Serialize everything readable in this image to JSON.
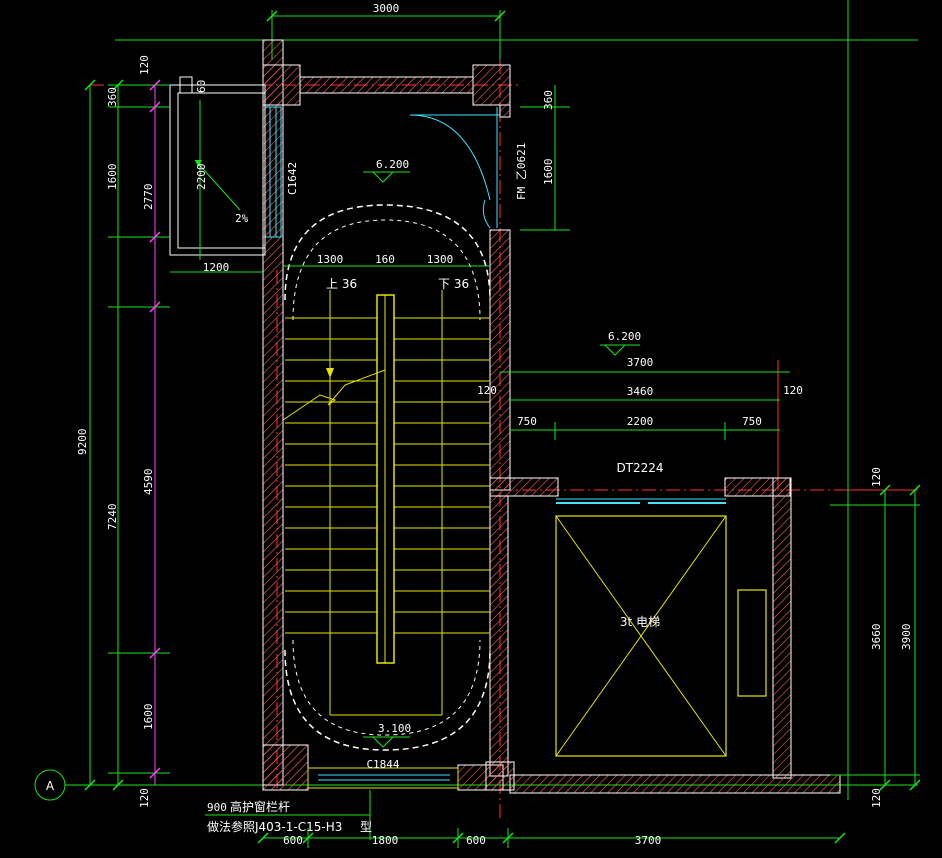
{
  "dims": {
    "top_width": "3000",
    "top_left_120": "120",
    "left_360": "360",
    "left_1600_top": "1600",
    "window_2200": "2200",
    "slope_2pct": "2%",
    "window_60": "60",
    "left_2770": "2770",
    "left_1200": "1200",
    "left_9200": "9200",
    "left_7240": "7240",
    "left_4590": "4590",
    "left_1600_bottom": "1600",
    "left_120_bottom": "120",
    "right_360": "360",
    "right_1600": "1600",
    "stair_1300_l": "1300",
    "stair_160": "160",
    "stair_1300_r": "1300",
    "elev_3700": "3700",
    "elev_3460": "3460",
    "elev_120_l": "120",
    "elev_120_r": "120",
    "elev_750_l": "750",
    "elev_2200": "2200",
    "elev_750_r": "750",
    "right_120_top": "120",
    "right_3660": "3660",
    "right_3900": "3900",
    "right_120_bottom": "120",
    "bot_600_l": "600",
    "bot_1800": "1800",
    "bot_600_r": "600",
    "bot_3700": "3700",
    "bot_900": "900"
  },
  "labels": {
    "level_top": "6.200",
    "level_elev": "6.200",
    "level_bottom": "3.100",
    "window_c1642": "C1642",
    "door_fm": "FM 乙0621",
    "up": "上 36",
    "down": "下 36",
    "elevator_code": "DT2224",
    "elevator_name": "3t 电梯",
    "window_c1844": "C1844",
    "railing": "高护窗栏杆",
    "ref_note": "做法参照J403-1-C15-H3",
    "type": "型",
    "axis_a": "A"
  }
}
